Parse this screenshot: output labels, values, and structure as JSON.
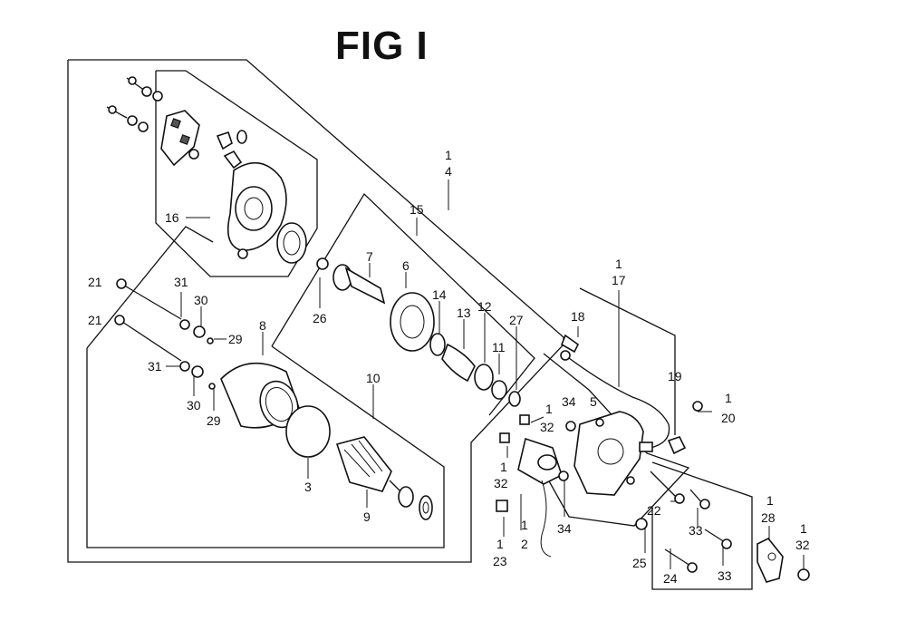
{
  "title": "FIG I",
  "labels": [
    {
      "id": "l1a",
      "text": "1"
    },
    {
      "id": "l4",
      "text": "4"
    },
    {
      "id": "l16",
      "text": "16"
    },
    {
      "id": "l15",
      "text": "15"
    },
    {
      "id": "l7",
      "text": "7"
    },
    {
      "id": "l6",
      "text": "6"
    },
    {
      "id": "l14",
      "text": "14"
    },
    {
      "id": "l13",
      "text": "13"
    },
    {
      "id": "l12",
      "text": "12"
    },
    {
      "id": "l11",
      "text": "11"
    },
    {
      "id": "l27",
      "text": "27"
    },
    {
      "id": "l26",
      "text": "26"
    },
    {
      "id": "l21a",
      "text": "21"
    },
    {
      "id": "l21b",
      "text": "21"
    },
    {
      "id": "l31a",
      "text": "31"
    },
    {
      "id": "l30a",
      "text": "30"
    },
    {
      "id": "l29a",
      "text": "29"
    },
    {
      "id": "l31b",
      "text": "31"
    },
    {
      "id": "l30b",
      "text": "30"
    },
    {
      "id": "l29b",
      "text": "29"
    },
    {
      "id": "l8",
      "text": "8"
    },
    {
      "id": "l10",
      "text": "10"
    },
    {
      "id": "l3",
      "text": "3"
    },
    {
      "id": "l9",
      "text": "9"
    },
    {
      "id": "l1b",
      "text": "1"
    },
    {
      "id": "l17",
      "text": "17"
    },
    {
      "id": "l18",
      "text": "18"
    },
    {
      "id": "l19",
      "text": "19"
    },
    {
      "id": "l1c",
      "text": "1"
    },
    {
      "id": "l20",
      "text": "20"
    },
    {
      "id": "l34a",
      "text": "34"
    },
    {
      "id": "l5",
      "text": "5"
    },
    {
      "id": "l1d",
      "text": "1"
    },
    {
      "id": "l32a",
      "text": "32"
    },
    {
      "id": "l1e",
      "text": "1"
    },
    {
      "id": "l32b",
      "text": "32"
    },
    {
      "id": "l1f",
      "text": "1"
    },
    {
      "id": "l2",
      "text": "2"
    },
    {
      "id": "l34b",
      "text": "34"
    },
    {
      "id": "l1g",
      "text": "1"
    },
    {
      "id": "l23",
      "text": "23"
    },
    {
      "id": "l22",
      "text": "22"
    },
    {
      "id": "l33a",
      "text": "33"
    },
    {
      "id": "l25",
      "text": "25"
    },
    {
      "id": "l24",
      "text": "24"
    },
    {
      "id": "l33b",
      "text": "33"
    },
    {
      "id": "l1h",
      "text": "1"
    },
    {
      "id": "l28",
      "text": "28"
    },
    {
      "id": "l1i",
      "text": "1"
    },
    {
      "id": "l32c",
      "text": "32"
    }
  ]
}
